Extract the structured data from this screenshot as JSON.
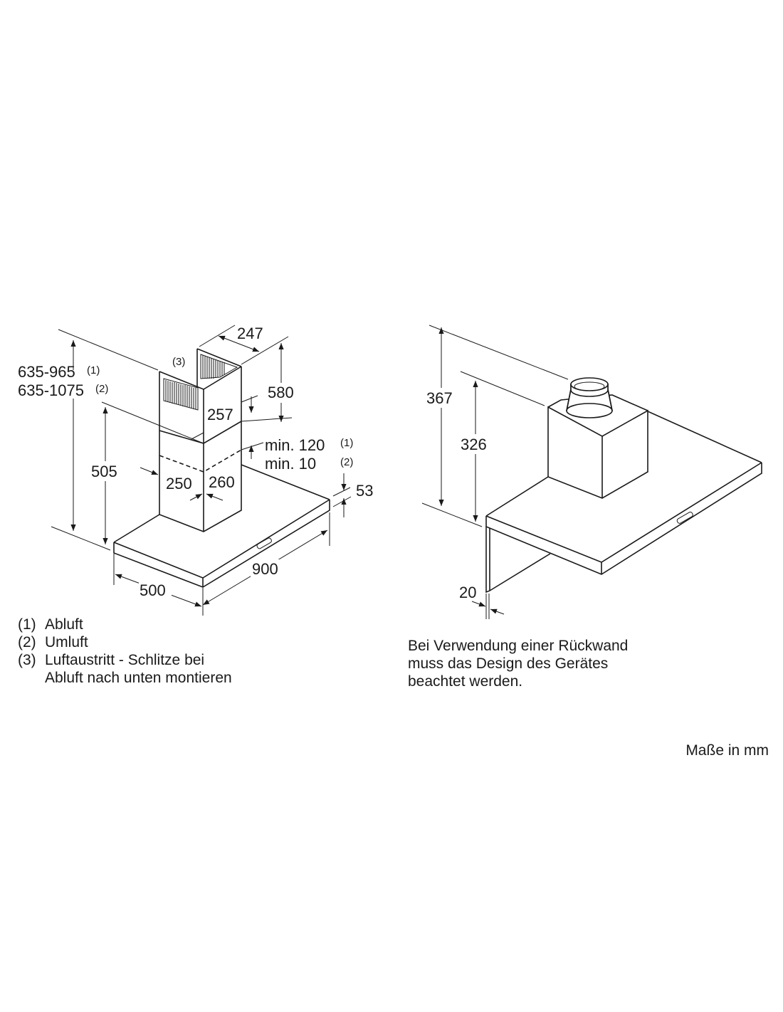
{
  "left_drawing": {
    "height_range_1": "635-965",
    "height_range_1_ref": "(1)",
    "height_range_2": "635-1075",
    "height_range_2_ref": "(2)",
    "dim_505": "505",
    "dim_247": "247",
    "dim_580": "580",
    "dim_257": "257",
    "vent_ref": "(3)",
    "min_1": "min. 120",
    "min_1_ref": "(1)",
    "min_2": "min. 10",
    "min_2_ref": "(2)",
    "dim_250": "250",
    "dim_260": "260",
    "dim_53": "53",
    "dim_900": "900",
    "dim_500": "500"
  },
  "right_drawing": {
    "dim_367": "367",
    "dim_326": "326",
    "dim_20": "20"
  },
  "legend": [
    {
      "ref": "(1)",
      "text": "Abluft"
    },
    {
      "ref": "(2)",
      "text": "Umluft"
    },
    {
      "ref": "(3)",
      "text": "Luftaustritt - Schlitze bei"
    },
    {
      "ref": "",
      "text": "Abluft nach unten montieren"
    }
  ],
  "backwall_note": [
    "Bei Verwendung einer Rückwand",
    "muss das Design des Gerätes",
    "beachtet werden."
  ],
  "units_note": "Maße in mm"
}
